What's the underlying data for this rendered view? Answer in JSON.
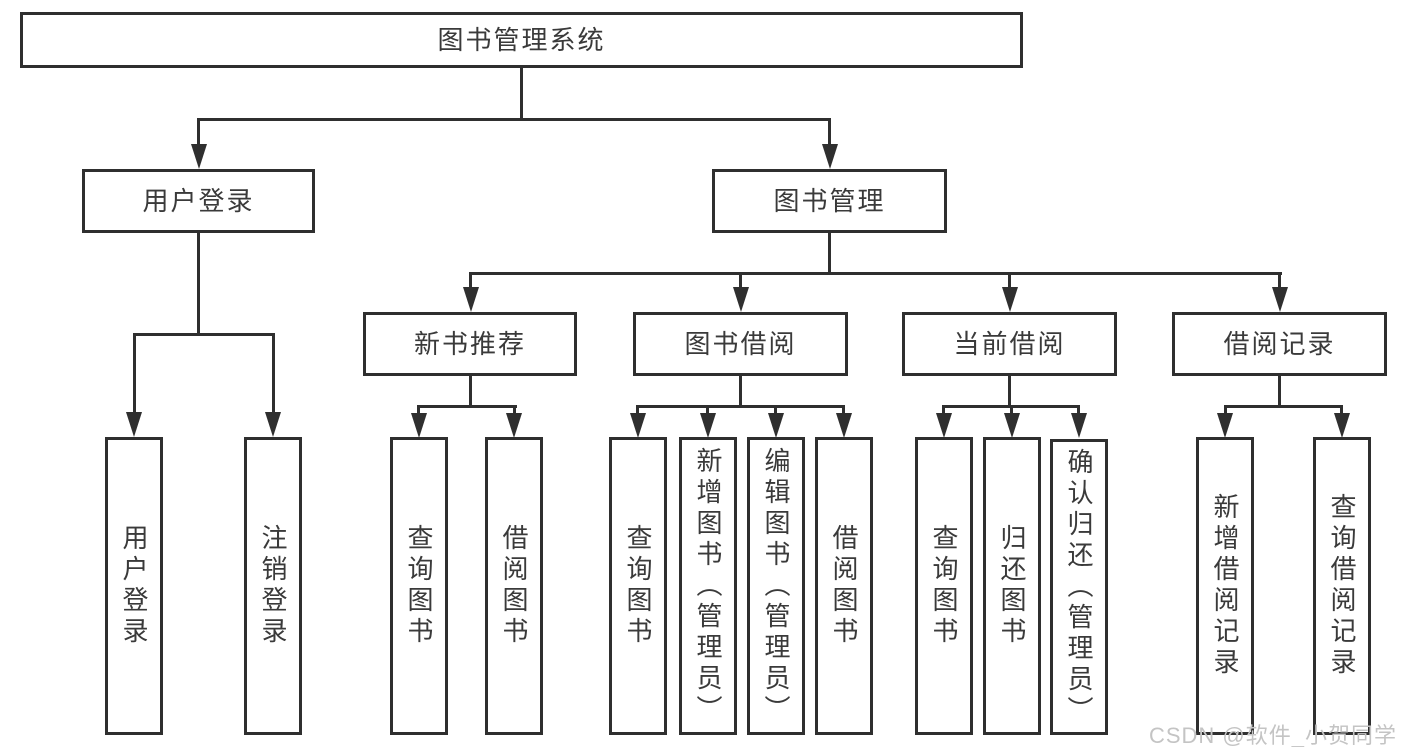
{
  "diagram": {
    "title": "图书管理系统",
    "nodes": {
      "root": "图书管理系统",
      "user_login": "用户登录",
      "book_mgmt": "图书管理",
      "new_books": "新书推荐",
      "book_borrow": "图书借阅",
      "current_borrow": "当前借阅",
      "borrow_records": "借阅记录",
      "user_leaves": [
        "用户登录",
        "注销登录"
      ],
      "new_books_leaves": [
        "查询图书",
        "借阅图书"
      ],
      "book_borrow_leaves": [
        "查询图书",
        "新增图书（管理员）",
        "编辑图书（管理员）",
        "借阅图书"
      ],
      "current_borrow_leaves": [
        "查询图书",
        "归还图书",
        "确认归还（管理员）"
      ],
      "borrow_records_leaves": [
        "新增借阅记录",
        "查询借阅记录"
      ]
    },
    "watermark": "CSDN @软件_小贺同学",
    "colors": {
      "line": "#2f2f2f",
      "text": "#3a3a3a",
      "box_fill": "#ffffff",
      "watermark": "#c4c4c4",
      "background": "#ffffff"
    }
  }
}
